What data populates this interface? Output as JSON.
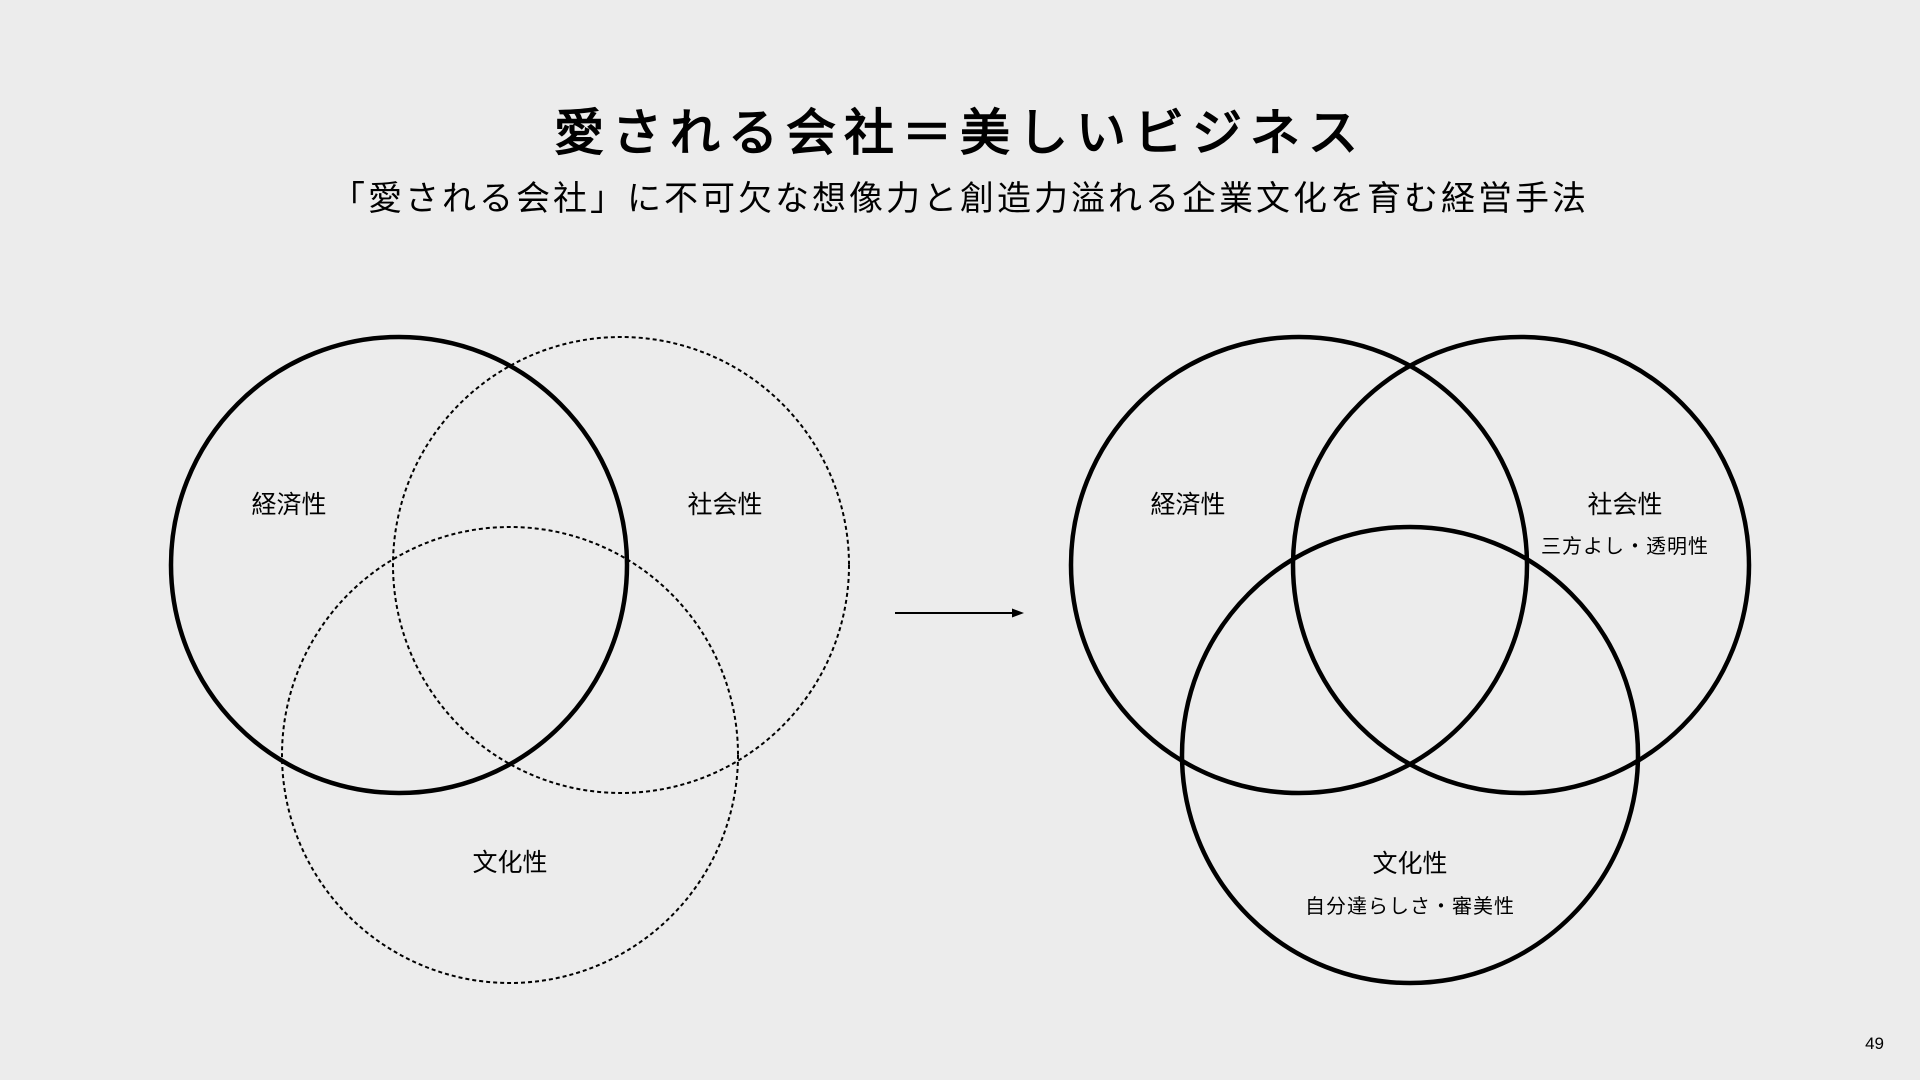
{
  "slide": {
    "title": "愛される会社＝美しいビジネス",
    "subtitle": "「愛される会社」に不可欠な想像力と創造力溢れる企業文化を育む経営手法",
    "page_number": "49",
    "background": "#ececec"
  },
  "diagrams": {
    "before": {
      "circles": [
        {
          "label": "経済性",
          "style": "solid"
        },
        {
          "label": "社会性",
          "style": "dashed"
        },
        {
          "label": "文化性",
          "style": "dashed"
        }
      ]
    },
    "arrow": {
      "direction": "right"
    },
    "after": {
      "circles": [
        {
          "label": "経済性",
          "style": "solid",
          "sublabel": ""
        },
        {
          "label": "社会性",
          "style": "solid",
          "sublabel": "三方よし・透明性"
        },
        {
          "label": "文化性",
          "style": "solid",
          "sublabel": "自分達らしさ・審美性"
        }
      ]
    }
  }
}
